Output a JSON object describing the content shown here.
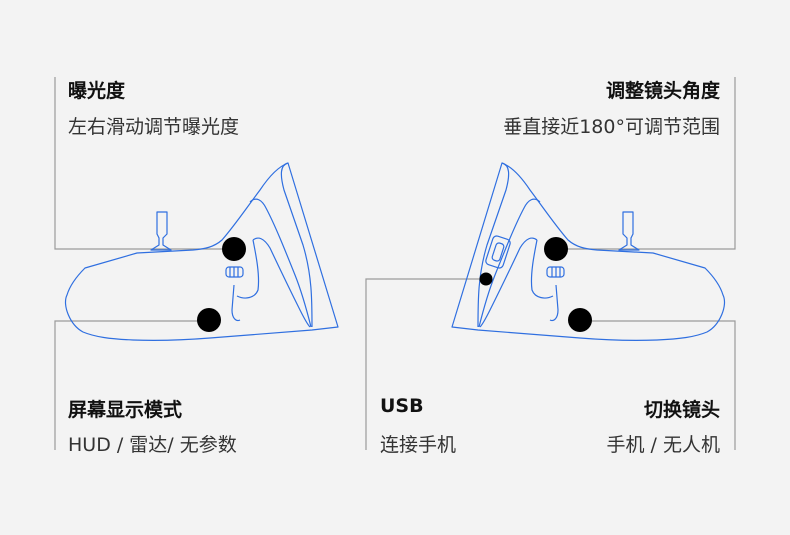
{
  "features": {
    "exposure": {
      "title": "曝光度",
      "desc": "左右滑动调节曝光度"
    },
    "angle": {
      "title": "调整镜头角度",
      "desc": "垂直接近180°可调节范围"
    },
    "display": {
      "title": "屏幕显示模式",
      "desc": "HUD / 雷达/ 无参数"
    },
    "usb": {
      "title": "USB",
      "desc": "连接手机"
    },
    "lens": {
      "title": "切换镜头",
      "desc": "手机 / 无人机"
    }
  },
  "colors": {
    "outline": "#2f6fe0",
    "leader": "#999999",
    "marker": "#000000"
  }
}
